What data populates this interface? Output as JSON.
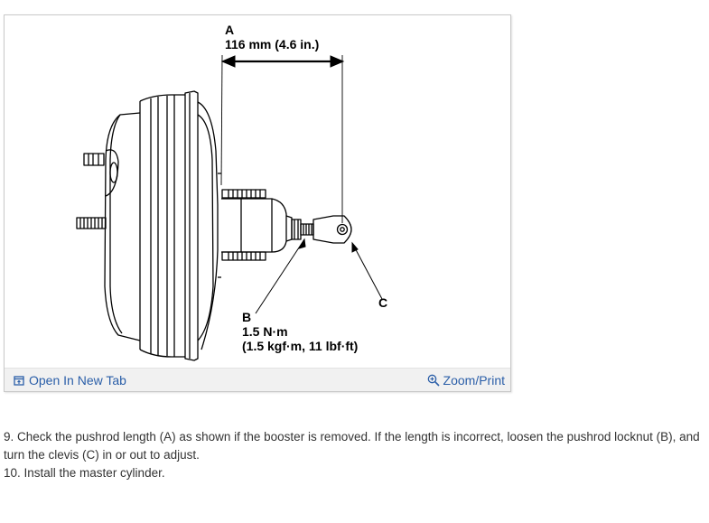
{
  "figure": {
    "callout_a": {
      "letter": "A",
      "measurement": "116 mm (4.6 in.)"
    },
    "callout_b": {
      "letter": "B",
      "torque_line1": "1.5 N·m",
      "torque_line2": "(1.5 kgf·m, 11 lbf·ft)"
    },
    "callout_c": {
      "letter": "C"
    },
    "toolbar": {
      "open_new_tab_label": "Open In New Tab",
      "zoom_print_label": "Zoom/Print"
    },
    "colors": {
      "link": "#2a5ea8",
      "toolbar_bg": "#f1f1f1",
      "frame_border": "#c9c9c9"
    }
  },
  "instructions": {
    "steps": [
      "9. Check the pushrod length (A) as shown if the booster is removed. If the length is incorrect, loosen the pushrod locknut (B), and turn the clevis (C) in or out to adjust.",
      "10. Install the master cylinder."
    ]
  }
}
